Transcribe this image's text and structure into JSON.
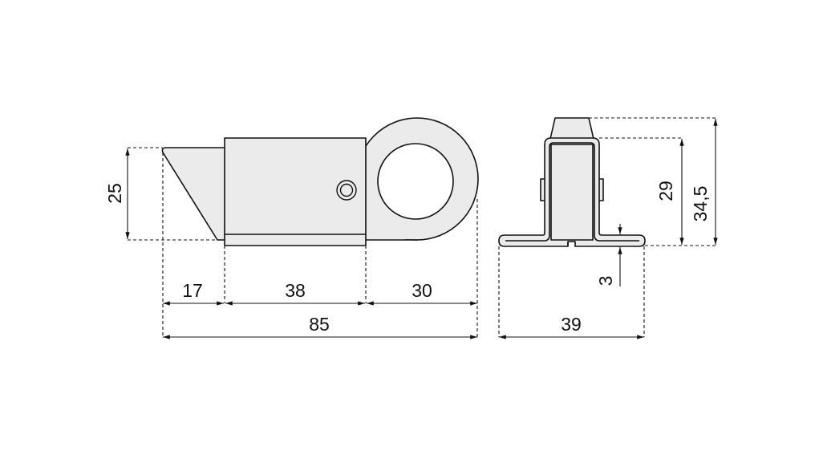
{
  "drawing": {
    "front_view": {
      "dimensions": {
        "height": "25",
        "tip_length": "17",
        "body_length": "38",
        "ring_length": "30",
        "total_length": "85"
      }
    },
    "side_view": {
      "dimensions": {
        "channel_height": "29",
        "total_height": "34,5",
        "flange_thickness": "3",
        "base_width": "39"
      }
    },
    "colors": {
      "part_fill": "#ebebeb",
      "line": "#111111"
    }
  }
}
